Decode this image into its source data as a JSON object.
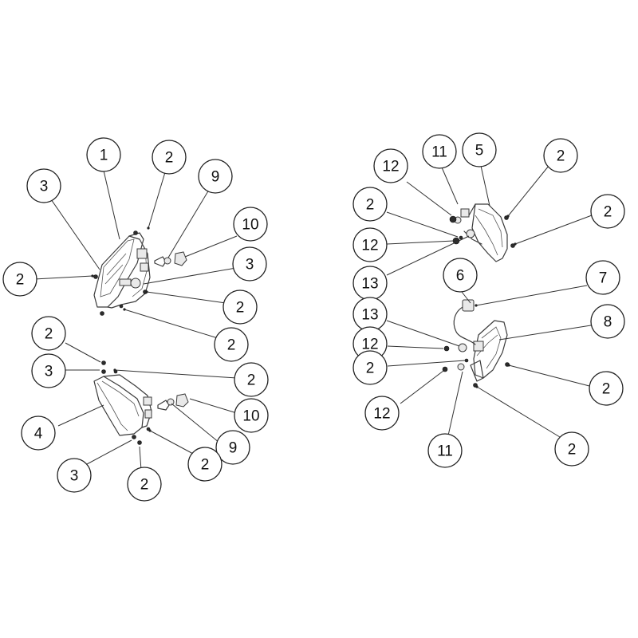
{
  "callouts": [
    {
      "id": "c1",
      "label": "1"
    },
    {
      "id": "c2a",
      "label": "2"
    },
    {
      "id": "c3a",
      "label": "3"
    },
    {
      "id": "c9a",
      "label": "9"
    },
    {
      "id": "c10a",
      "label": "10"
    },
    {
      "id": "c2b",
      "label": "2"
    },
    {
      "id": "c3b",
      "label": "3"
    },
    {
      "id": "c2c",
      "label": "2"
    },
    {
      "id": "c2d",
      "label": "2"
    },
    {
      "id": "c2e",
      "label": "2"
    },
    {
      "id": "c3c",
      "label": "3"
    },
    {
      "id": "c2f",
      "label": "2"
    },
    {
      "id": "c4",
      "label": "4"
    },
    {
      "id": "c10b",
      "label": "10"
    },
    {
      "id": "c9b",
      "label": "9"
    },
    {
      "id": "c3d",
      "label": "3"
    },
    {
      "id": "c2g",
      "label": "2"
    },
    {
      "id": "c2h",
      "label": "2"
    },
    {
      "id": "c11a",
      "label": "11"
    },
    {
      "id": "c5",
      "label": "5"
    },
    {
      "id": "c12a",
      "label": "12"
    },
    {
      "id": "c2i",
      "label": "2"
    },
    {
      "id": "c2j",
      "label": "2"
    },
    {
      "id": "c2k",
      "label": "2"
    },
    {
      "id": "c12b",
      "label": "12"
    },
    {
      "id": "c13a",
      "label": "13"
    },
    {
      "id": "c6",
      "label": "6"
    },
    {
      "id": "c7",
      "label": "7"
    },
    {
      "id": "c13b",
      "label": "13"
    },
    {
      "id": "c8",
      "label": "8"
    },
    {
      "id": "c12c",
      "label": "12"
    },
    {
      "id": "c2l",
      "label": "2"
    },
    {
      "id": "c2m",
      "label": "2"
    },
    {
      "id": "c12d",
      "label": "12"
    },
    {
      "id": "c11b",
      "label": "11"
    },
    {
      "id": "c2n",
      "label": "2"
    }
  ]
}
